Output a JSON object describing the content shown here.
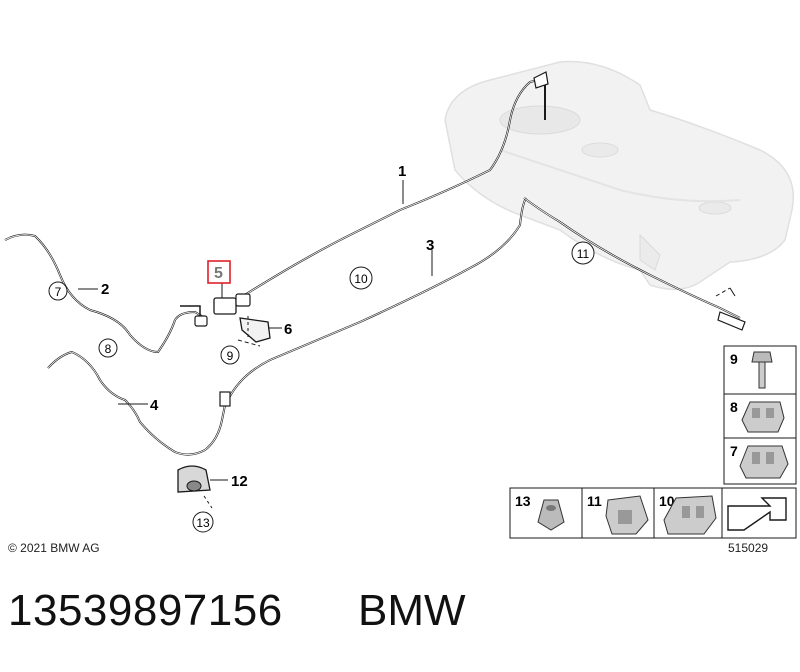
{
  "callouts": {
    "c1": "1",
    "c2": "2",
    "c3": "3",
    "c4": "4",
    "c5": "5",
    "c6": "6",
    "c7": "7",
    "c8": "8",
    "c9": "9",
    "c10": "10",
    "c11": "11",
    "c12": "12",
    "c13": "13"
  },
  "legend": {
    "items": [
      "9",
      "8",
      "7",
      "13",
      "11",
      "10"
    ]
  },
  "footer": {
    "copyright": "© 2021 BMW AG",
    "diagram_ref": "515029",
    "part_number": "13539897156",
    "brand": "BMW"
  },
  "colors": {
    "line": "#1a1a1a",
    "tank": "#e6e6e6",
    "highlight": "#e0202a"
  }
}
